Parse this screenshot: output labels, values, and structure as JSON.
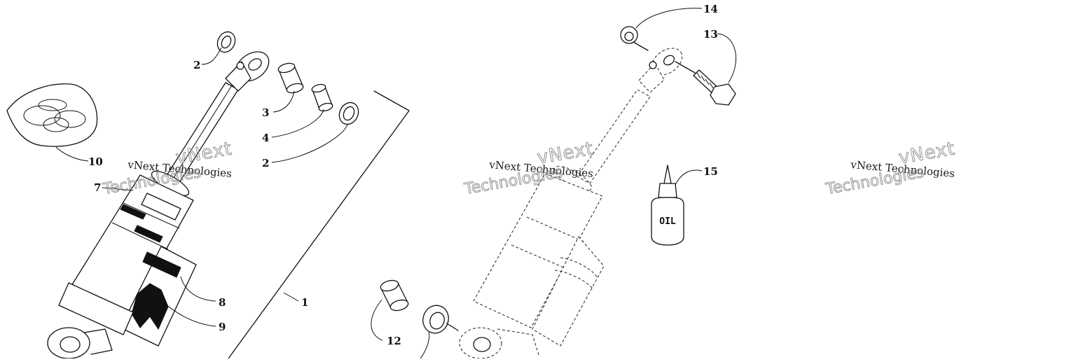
{
  "diagram": {
    "callouts": [
      "1",
      "2",
      "2",
      "3",
      "4",
      "7",
      "8",
      "9",
      "10",
      "12",
      "13",
      "14",
      "15"
    ],
    "watermark": {
      "line_small": "vNext Technologies",
      "line_outline_top": "vNext",
      "line_outline_bottom": "Technologies"
    },
    "oil_label": "OIL"
  }
}
